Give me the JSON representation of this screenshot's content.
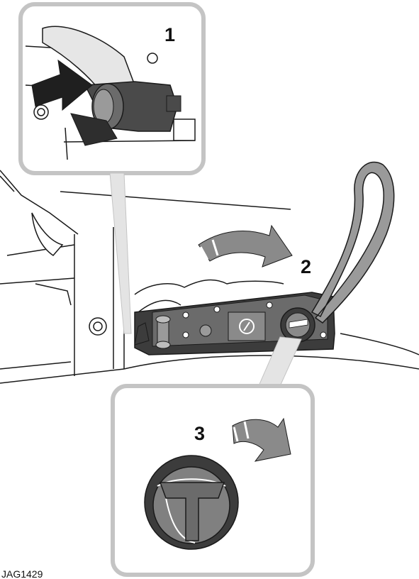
{
  "figure": {
    "callouts": [
      "1",
      "2",
      "3"
    ],
    "reference_code": "JAG1429"
  },
  "colors": {
    "line": "#1a1a1a",
    "inset_border": "#c4c4c4",
    "arrow_fill": "#8a8a8a",
    "knob_fill": "#808080",
    "part_dark": "#3c3c3c",
    "part_mid": "#6b6b6b",
    "strap": "#9a9a9a",
    "highlight": "#ffffff"
  },
  "icons": {
    "inset_1": "latch-release-icon",
    "inset_3": "rotary-knob-icon",
    "arrow_2": "curved-rotation-arrow-icon",
    "arrow_3": "curved-rotation-arrow-icon"
  }
}
